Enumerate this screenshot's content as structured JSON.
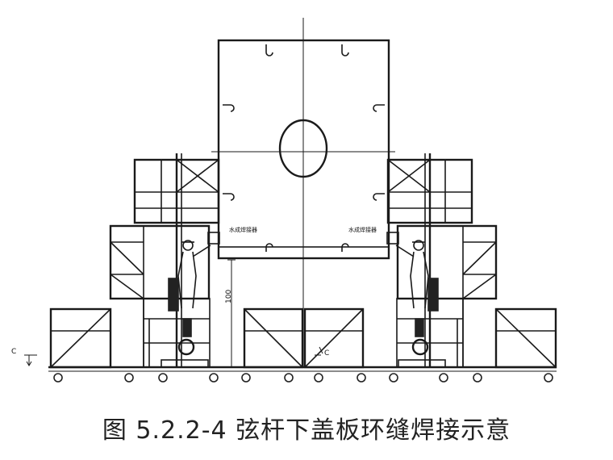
{
  "caption": "图 5.2.2-4 弦杆下盖板环缝焊接示意",
  "labels": {
    "left_device": "水成焊接器",
    "right_device": "水成焊接器",
    "dimension": "100",
    "section_mark": "C"
  }
}
